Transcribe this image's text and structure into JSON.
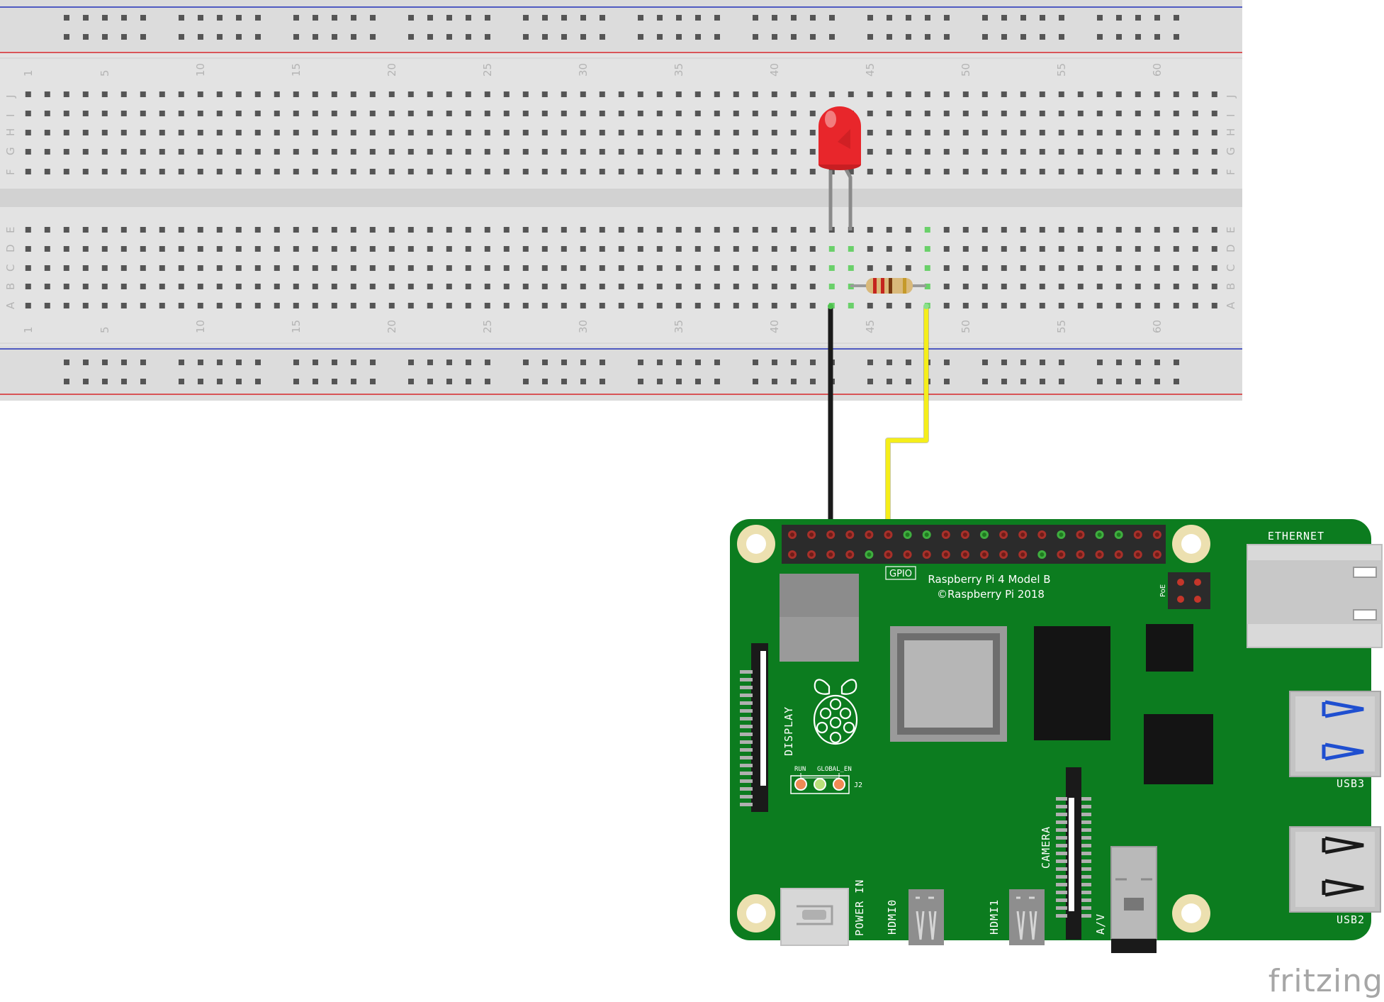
{
  "breadboard": {
    "columns": [
      "1",
      "5",
      "10",
      "15",
      "20",
      "25",
      "30",
      "35",
      "40",
      "45",
      "50",
      "55",
      "60"
    ],
    "rows_top": [
      "J",
      "I",
      "H",
      "G",
      "F"
    ],
    "rows_bottom": [
      "E",
      "D",
      "C",
      "B",
      "A"
    ]
  },
  "pi": {
    "model": "Raspberry Pi 4 Model B",
    "copyright": "©Raspberry Pi 2018",
    "gpio": "GPIO",
    "ethernet": "ETHERNET",
    "poe": "PoE",
    "display": "DISPLAY",
    "run": "RUN",
    "global_en": "GLOBAL_EN",
    "j2": "J2",
    "camera": "CAMERA",
    "power_in": "POWER IN",
    "hdmi0": "HDMI0",
    "hdmi1": "HDMI1",
    "av": "A/V",
    "usb3": "USB3",
    "usb2": "USB2"
  },
  "brand": "fritzing",
  "colors": {
    "board": "#e3e3e3",
    "pi_green": "#0c7c1f",
    "led": "#e8262b",
    "wire_yellow": "#f5ee1a",
    "wire_black": "#1a1a1a",
    "rail_red": "#d6262a",
    "rail_blue": "#2230b8"
  }
}
